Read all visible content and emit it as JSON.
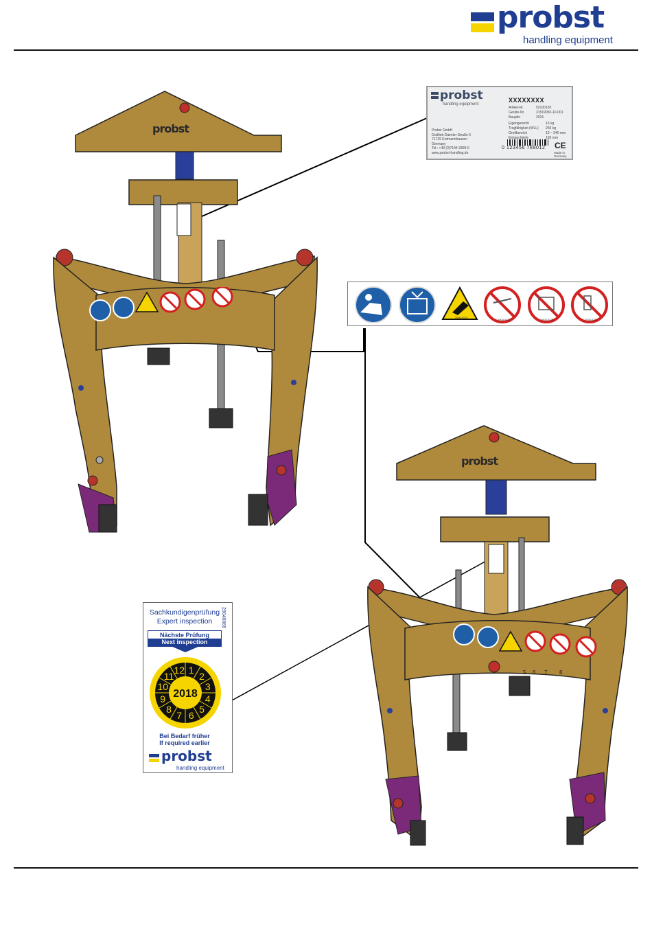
{
  "header": {
    "logo_word": "probst",
    "logo_tagline": "handling equipment",
    "brand_blue": "#1f3d91",
    "brand_yellow": "#f5d400"
  },
  "type_plate": {
    "logo_word": "probst",
    "logo_tagline": "handling equipment",
    "serial": "XXXXXXXX",
    "rows": [
      {
        "label": "Artikel-Nr.",
        "value": "52100130"
      },
      {
        "label": "Geräte-Nr.",
        "value": "31519050-10-001"
      },
      {
        "label": "Baujahr",
        "value": "2015"
      },
      {
        "label": "Eigengewicht",
        "value": "16 kg"
      },
      {
        "label": "Tragfähigkeit (WLL)",
        "value": "250 kg"
      },
      {
        "label": "Greifbereich",
        "value": "10 – 340 mm"
      },
      {
        "label": "Eintauchtiefe",
        "value": "150 mm"
      }
    ],
    "address": [
      "Probst GmbH",
      "Gottlieb-Daimler-Straße 6",
      "71729 Erdmannhausen",
      "Germany",
      "Tel.: +49 (0)7144 3309-0",
      "www.probst-handling.de"
    ],
    "barcode_text": "0 123456 789012",
    "ce_mark": "CE",
    "made_in": [
      "Made in",
      "Germany"
    ]
  },
  "sticker_strip": {
    "captions": [
      "2904.0221",
      "2904.0222",
      "2904.0223",
      "2904.0224"
    ]
  },
  "machine": {
    "logo_word": "probst",
    "body_color": "#b08a3c",
    "accent_purple": "#7b2a7a",
    "cylinder_blue": "#2a3f99",
    "slot_numbers": [
      "5",
      "6",
      "7",
      "8"
    ]
  },
  "inspection_label": {
    "title_de": "Sachkundigenprüfung",
    "title_en": "Expert inspection",
    "serial_vertical": "29040066",
    "next_de": "Nächste Prüfung",
    "next_en": "Next inspection",
    "year": "2018",
    "months": [
      "1",
      "2",
      "3",
      "4",
      "5",
      "6",
      "7",
      "8",
      "9",
      "10",
      "11",
      "12"
    ],
    "earlier_de": "Bei Bedarf früher",
    "earlier_en": "If required earlier",
    "logo_word": "probst",
    "logo_tagline": "handling equipment"
  }
}
